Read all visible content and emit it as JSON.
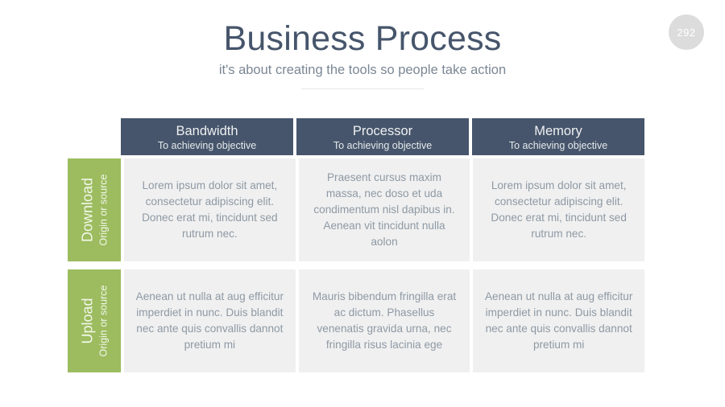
{
  "page": {
    "badge": "292"
  },
  "title": {
    "heading": "Business Process",
    "subheading": "it's about creating the tools so people take action"
  },
  "table": {
    "columns": [
      {
        "title": "Bandwidth",
        "subtitle": "To achieving objective"
      },
      {
        "title": "Processor",
        "subtitle": "To achieving objective"
      },
      {
        "title": "Memory",
        "subtitle": "To achieving objective"
      }
    ],
    "rows": [
      {
        "label": "Download",
        "label_sub": "Origin or source",
        "cells": [
          "Lorem ipsum dolor sit amet, consectetur adipiscing elit. Donec erat mi, tincidunt sed rutrum nec.",
          "Praesent cursus maxim massa, nec doso et uda condimentum nisl dapibus in. Aenean vit tincidunt nulla aolon",
          "Lorem ipsum dolor sit amet, consectetur adipiscing elit. Donec erat mi, tincidunt sed rutrum nec."
        ]
      },
      {
        "label": "Upload",
        "label_sub": "Origin or source",
        "cells": [
          "Aenean ut nulla at aug efficitur imperdiet in nunc. Duis blandit nec ante quis convallis dannot pretium mi",
          "Mauris bibendum fringilla erat ac dictum. Phasellus venenatis gravida urna, nec fringilla risus lacinia ege",
          "Aenean ut nulla at aug efficitur imperdiet in nunc. Duis blandit nec ante quis convallis dannot pretium mi"
        ]
      }
    ]
  },
  "colors": {
    "header_bg": "#46556B",
    "row_label_bg": "#9CBC5F",
    "cell_bg": "#f0f0f0",
    "title_text": "#46556B",
    "subtitle_text": "#7b8794",
    "badge_bg": "#dcdcdc"
  }
}
